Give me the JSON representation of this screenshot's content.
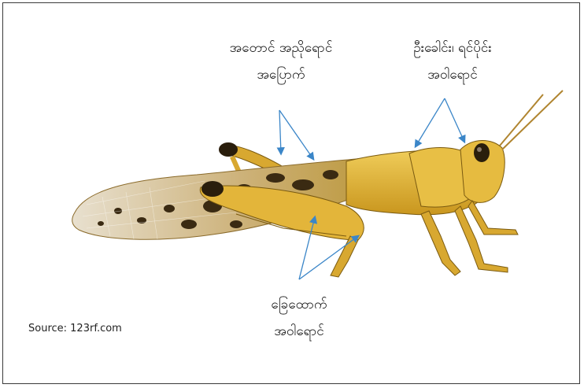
{
  "labels": {
    "wing": {
      "line1": "အတောင် အညိုရောင်",
      "line2": "အပြောက်"
    },
    "head": {
      "line1": "ဦးခေါင်း၊ ရင်ပိုင်း",
      "line2": "အဝါရောင်"
    },
    "leg": {
      "line1": "ခြေထောက်",
      "line2": "အဝါရောင်"
    }
  },
  "source": "Source: 123rf.com",
  "colors": {
    "arrow": "#3b86c8",
    "body": "#e0b33a",
    "wing_spot": "#3a2a12",
    "frame": "#3a3a3a"
  }
}
